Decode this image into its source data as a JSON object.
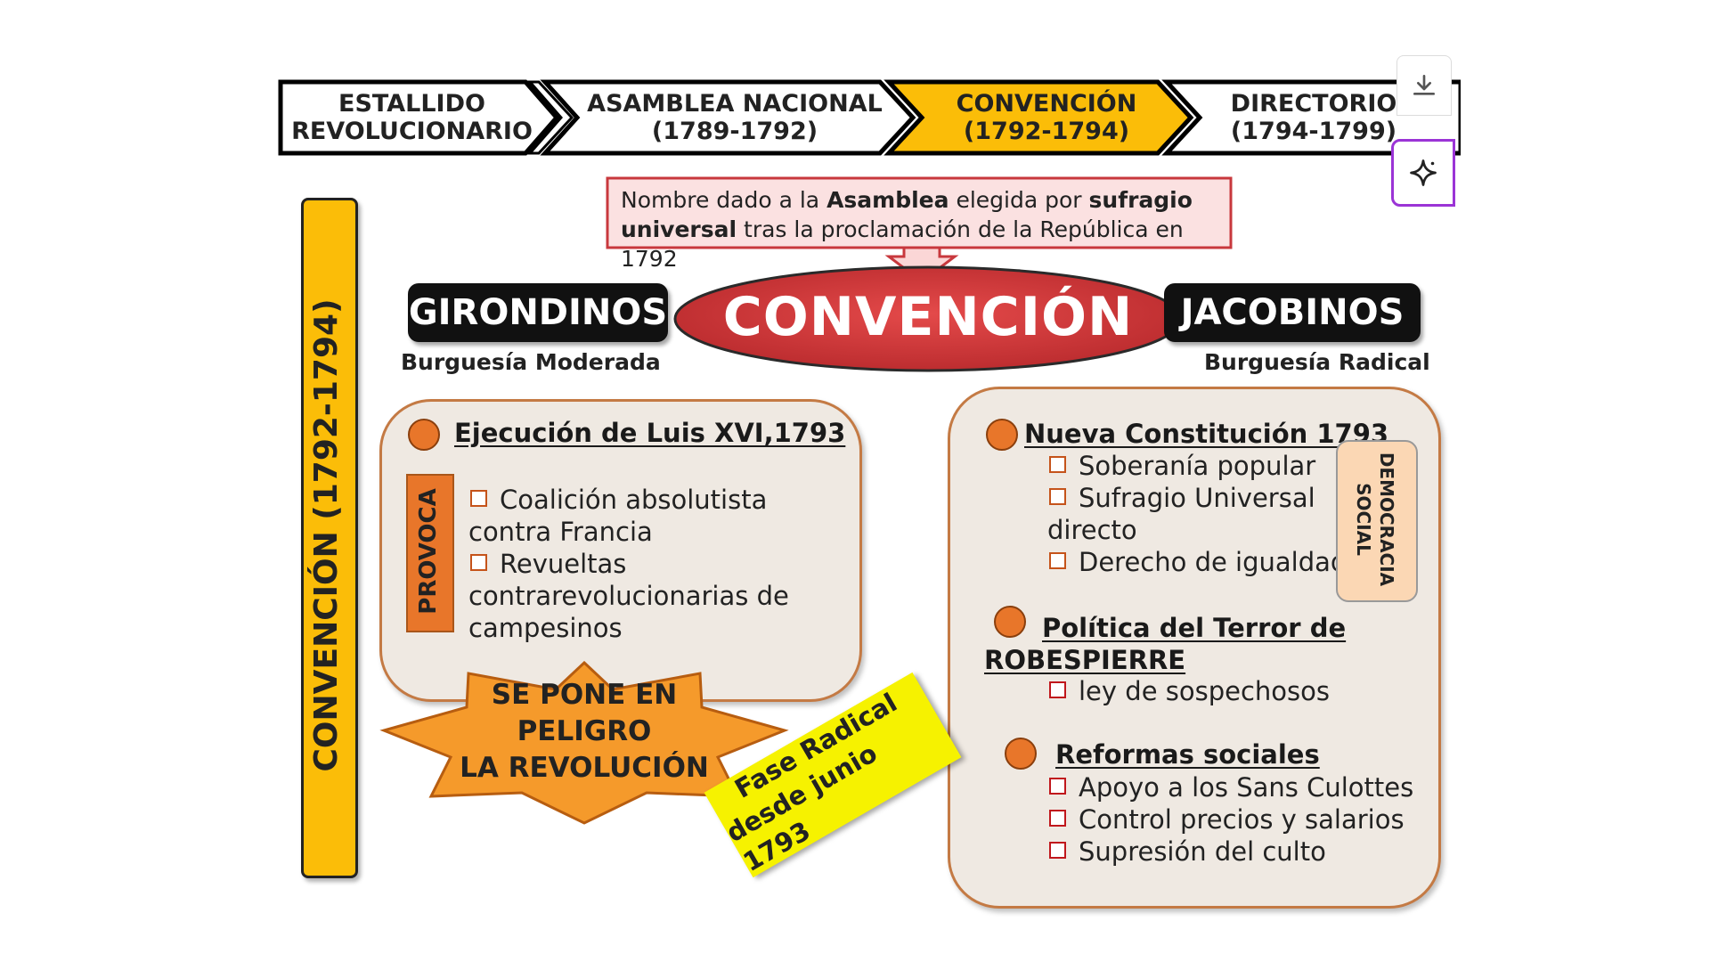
{
  "timeline": [
    {
      "line1": "ESTALLIDO",
      "line2": "REVOLUCIONARIO",
      "active": false
    },
    {
      "line1": "ASAMBLEA NACIONAL",
      "line2": "(1789-1792)",
      "active": false
    },
    {
      "line1": "CONVENCIÓN",
      "line2": "(1792-1794)",
      "active": true
    },
    {
      "line1": "DIRECTORIO",
      "line2": "(1794-1799)",
      "active": false
    }
  ],
  "sidebar_label": "CONVENCIÓN (1792-1794)",
  "definition": {
    "p1": "Nombre dado a la ",
    "b1": "Asamblea",
    "p2": " elegida por ",
    "b2": "sufragio",
    "b3": "universal",
    "p3": " tras la proclamación de la República en 1792"
  },
  "center_title": "CONVENCIÓN",
  "left_group": {
    "name": "GIRONDINOS",
    "sub": "Burguesía Moderada"
  },
  "right_group": {
    "name": "JACOBINOS",
    "sub": "Burguesía Radical"
  },
  "left_card": {
    "heading": "Ejecución de Luis XVI,1793",
    "tag": "PROVOCA",
    "lines": [
      "Coalición absolutista",
      "contra Francia",
      "Revueltas",
      "contrarevolucionarias de",
      "campesinos"
    ]
  },
  "star": {
    "l1": "SE PONE EN",
    "l2": "PELIGRO",
    "l3": "LA REVOLUCIÓN"
  },
  "banner": {
    "l1": "Fase Radical",
    "l2": "desde junio 1793"
  },
  "right_card": {
    "h1": "Nueva Constitución 1793",
    "s1": [
      "Soberanía popular",
      "Sufragio Universal",
      "directo",
      "Derecho de igualdad"
    ],
    "tag": "DEMOCRACIA SOCIAL",
    "h2a": "Política del Terror de",
    "h2b": "ROBESPIERRE",
    "s2": [
      "ley de sospechosos"
    ],
    "h3": "Reformas sociales",
    "s3": [
      "Apoyo a los Sans Culottes",
      "Control precios y salarios",
      "Supresión del culto"
    ]
  },
  "toolbar": {
    "download_icon": "download-icon",
    "ai_icon": "sparkle-icon"
  },
  "colors": {
    "accent_yellow": "#fbbd08",
    "accent_orange": "#e8762a",
    "center_red": "#d63a3a",
    "banner_yellow": "#f6f200",
    "card_bg": "#efe9e2"
  }
}
